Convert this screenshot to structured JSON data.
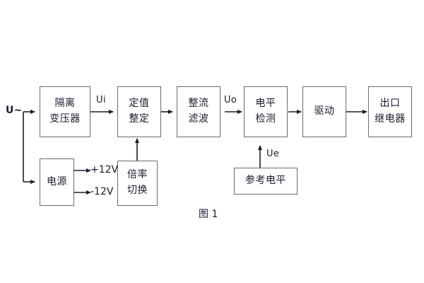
{
  "diagram": {
    "caption": "图 1",
    "input_label": "U~",
    "blocks": [
      {
        "id": "isolation-transformer",
        "lines": [
          "隔离",
          "变压器"
        ]
      },
      {
        "id": "setpoint-adjust",
        "lines": [
          "定值",
          "整定"
        ]
      },
      {
        "id": "rectify-filter",
        "lines": [
          "整流",
          "滤波"
        ]
      },
      {
        "id": "level-detect",
        "lines": [
          "电平",
          "检测"
        ]
      },
      {
        "id": "drive",
        "lines": [
          "驱动"
        ]
      },
      {
        "id": "output-relay",
        "lines": [
          "出口",
          "继电器"
        ]
      },
      {
        "id": "power-supply",
        "lines": [
          "电源"
        ]
      },
      {
        "id": "ratio-switch",
        "lines": [
          "倍率",
          "切换"
        ]
      },
      {
        "id": "reference-level",
        "lines": [
          "参考电平"
        ]
      }
    ],
    "signals": [
      {
        "id": "ui",
        "label": "Ui"
      },
      {
        "id": "uo",
        "label": "Uo"
      },
      {
        "id": "ue",
        "label": "Ue"
      }
    ],
    "rails": [
      {
        "id": "rail-positive",
        "label": "+12V"
      },
      {
        "id": "rail-negative",
        "label": "-12V"
      }
    ],
    "colors": {
      "box_border": "#6b6b6b",
      "text": "#1a1a2e",
      "wire": "#1a1a2e",
      "background": "#ffffff"
    }
  }
}
